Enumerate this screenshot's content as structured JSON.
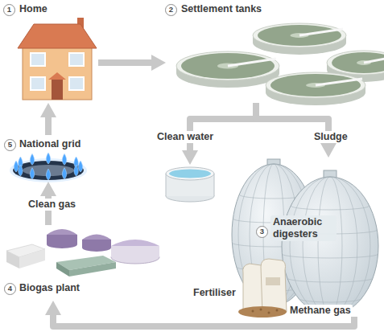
{
  "diagram": {
    "nodes": [
      {
        "text": [
          "1",
          "Home"
        ]
      },
      {
        "text": [
          "2",
          "Settlement tanks"
        ]
      },
      {
        "text": [
          "Clean water"
        ]
      },
      {
        "text": [
          "3",
          "Anaerobic digesters"
        ]
      },
      {
        "text": [
          "Fertiliser"
        ]
      },
      {
        "text": [
          "4",
          "Biogas plant"
        ]
      },
      {
        "text": [
          "5",
          "National grid"
        ]
      }
    ],
    "edges": [
      {
        "from": 0,
        "to": 1,
        "arrow": "to"
      },
      {
        "from": 1,
        "to": 2,
        "arrow": "to"
      },
      {
        "from": 1,
        "to": 3,
        "label": "Sludge",
        "arrow": "to"
      },
      {
        "from": 3,
        "to": 5,
        "label": "Methane gas",
        "arrow": "to"
      },
      {
        "from": 5,
        "to": 6,
        "label": "Clean gas",
        "arrow": "to"
      },
      {
        "from": 6,
        "to": 0,
        "arrow": "to"
      }
    ]
  }
}
